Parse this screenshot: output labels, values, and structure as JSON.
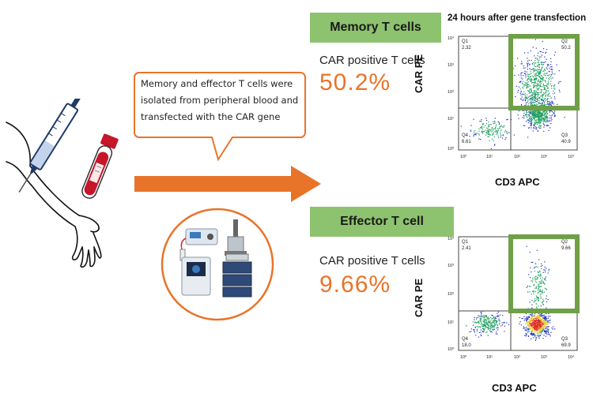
{
  "callout": {
    "line1": "Memory and effector T cells were",
    "line2": "isolated from peripheral blood and",
    "line3": "transfected with the CAR gene"
  },
  "top_note": "24 hours after gene transfection",
  "panels": [
    {
      "label": "Memory T cells",
      "subtitle": "CAR positive T cells",
      "percent": "50.2%",
      "ylabel": "CAR PE",
      "xlabel": "CD3 APC",
      "quadrants": {
        "Q1": "2.32",
        "Q2": "50.2",
        "Q3": "40.9",
        "Q4": "6.61"
      }
    },
    {
      "label": "Effector T cell",
      "subtitle": "CAR positive T cells",
      "percent": "9.66%",
      "ylabel": "CAR PE",
      "xlabel": "CD3 APC",
      "quadrants": {
        "Q1": "2.41",
        "Q2": "9.66",
        "Q3": "69.9",
        "Q4": "18.0"
      }
    }
  ],
  "colors": {
    "accent_orange": "#e8742a",
    "label_green": "#8dc26f",
    "gate_green": "#6fa048",
    "dot_blue": "#2030c0"
  },
  "icons": [
    "arm-icon",
    "syringe-icon",
    "blood-tube-icon",
    "lab-equipment-icon"
  ]
}
